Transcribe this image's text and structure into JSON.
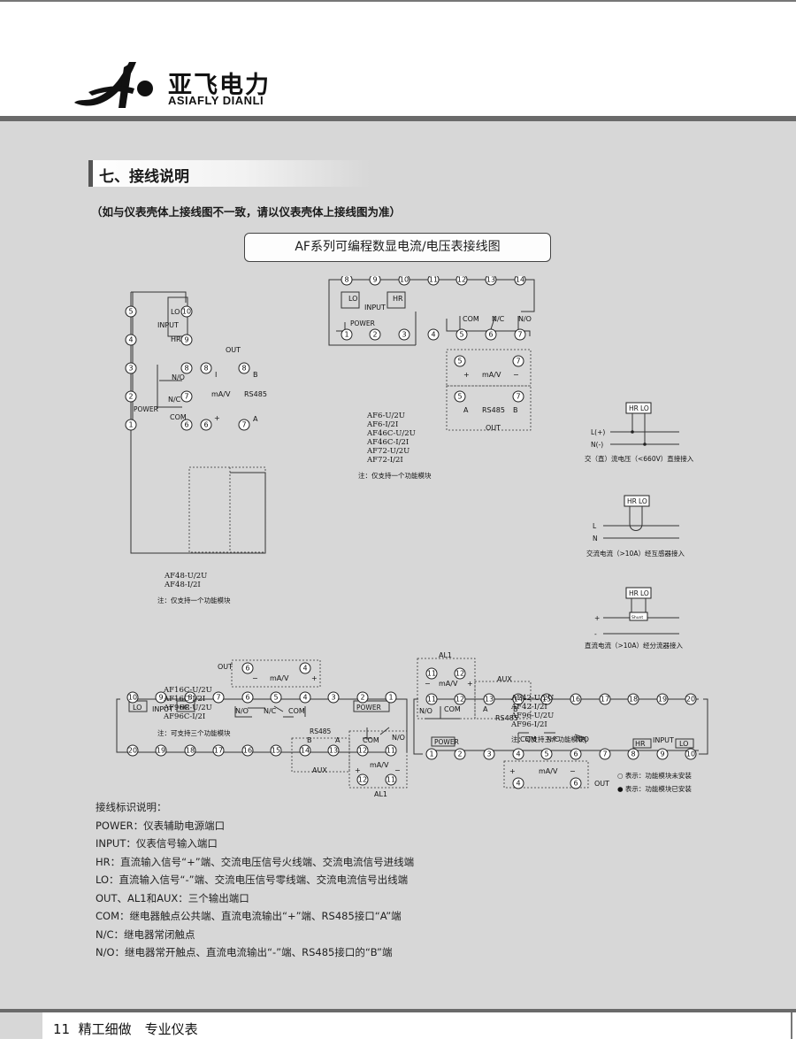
{
  "header": {
    "brand_cn": "亚飞电力",
    "brand_en": "ASIAFLY DIANLI"
  },
  "section": {
    "title": "七、接线说明",
    "note": "（如与仪表壳体上接线图不一致，请以仪表壳体上接线图为准）",
    "diagram_title": "AF系列可编程数显电流/电压表接线图"
  },
  "diagrams": {
    "af48": {
      "models": [
        "AF48-U/2U",
        "AF48-I/2I"
      ],
      "note": "注：仅支持一个功能模块",
      "labels": {
        "lo": "LO",
        "input": "INPUT",
        "hr": "HR",
        "out": "OUT",
        "no": "N/O",
        "nc": "N/C",
        "com": "COM",
        "power": "POWER",
        "ma": "mA/V",
        "rs485": "RS485",
        "i": "I",
        "b": "B",
        "a": "A",
        "plus": "+"
      }
    },
    "af6": {
      "models": [
        "AF6-U/2U",
        "AF6-I/2I",
        "AF46C-U/2U",
        "AF46C-I/2I",
        "AF72-U/2U",
        "AF72-I/2I"
      ],
      "note": "注：仅支持一个功能模块",
      "labels": {
        "lo": "LO",
        "input": "INPUT",
        "hr": "HR",
        "power": "POWER",
        "com": "COM",
        "nc": "N/C",
        "no": "N/O",
        "ma": "mA/V",
        "rs485": "RS485",
        "out": "OUT",
        "a": "A",
        "b": "B",
        "plus": "+",
        "minus": "−"
      }
    },
    "side": {
      "hr": "HR",
      "lo": "LO",
      "l_plus": "L(+)",
      "n_minus": "N(-)",
      "l": "L",
      "n": "N",
      "plus": "+",
      "minus": "-",
      "shunt": "Shunt",
      "caption1": "交（直）流电压（<660V）直接接入",
      "caption2": "交流电流（>10A）经互感器接入",
      "caption3": "直流电流（>10A）经分流器接入"
    },
    "af16": {
      "models": [
        "AF16C-U/2U",
        "AF16C-I/2I",
        "AF96C-U/2U",
        "AF96C-I/2I"
      ],
      "note": "注：可支持三个功能模块",
      "labels": {
        "out": "OUT",
        "ma": "mA/V",
        "lo": "LO",
        "input": "INPUT",
        "hr": "HR",
        "no": "N/O",
        "nc": "N/C",
        "com": "COM",
        "power": "POWER",
        "rs485": "RS485",
        "b": "B",
        "a": "A",
        "aux": "AUX",
        "al1": "AL1",
        "plus": "+",
        "minus": "−"
      }
    },
    "af42": {
      "models": [
        "AF42-U/2U",
        "AF42-I/2I",
        "AF96-U/2U",
        "AF96-I/2I"
      ],
      "note": "注：可支持三个功能模块",
      "labels": {
        "al1": "AL1",
        "aux": "AUX",
        "ma": "mA/V",
        "no": "N/O",
        "com": "COM",
        "a": "A",
        "b": "B",
        "rs485": "RS485",
        "power": "POWER",
        "nc": "N/C",
        "hr": "HR",
        "input": "INPUT",
        "lo": "LO",
        "out": "OUT",
        "plus": "+",
        "minus": "−"
      }
    },
    "status": {
      "open": "○ 表示：功能模块未安装",
      "filled": "● 表示：功能模块已安装"
    }
  },
  "legend": {
    "title": "接线标识说明：",
    "items": [
      "POWER：仪表辅助电源端口",
      "INPUT：仪表信号输入端口",
      "HR：直流输入信号“+”端、交流电压信号火线端、交流电流信号进线端",
      "LO：直流输入信号“-”端、交流电压信号零线端、交流电流信号出线端",
      "OUT、AL1和AUX：三个输出端口",
      "COM：继电器触点公共端、直流电流输出“+”端、RS485接口“A”端",
      "N/C：继电器常闭触点",
      "N/O：继电器常开触点、直流电流输出“-”端、RS485接口的“B”端"
    ]
  },
  "footer": {
    "page": "11",
    "slogan": "精工细做　专业仪表"
  }
}
